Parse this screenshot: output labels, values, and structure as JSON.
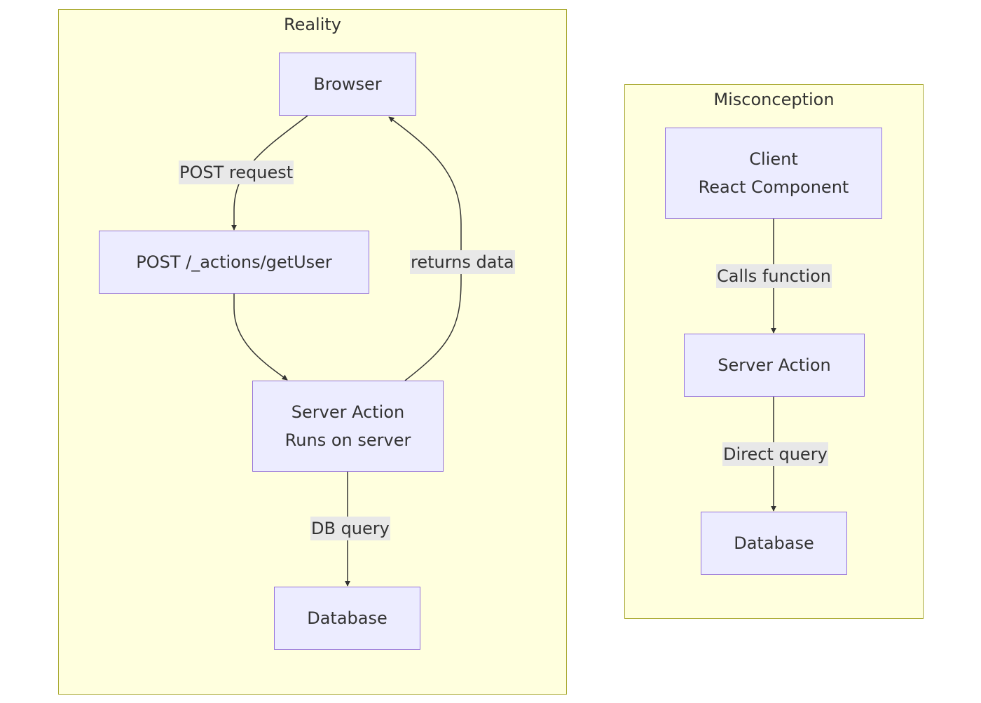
{
  "clusters": {
    "reality": {
      "title": "Reality"
    },
    "misconception": {
      "title": "Misconception"
    }
  },
  "nodes": {
    "browser": {
      "label": "Browser"
    },
    "post_endpoint": {
      "label": "POST /_actions/getUser"
    },
    "server_action_reality": {
      "line1": "Server Action",
      "line2": "Runs on server"
    },
    "database_reality": {
      "label": "Database"
    },
    "client": {
      "line1": "Client",
      "line2": "React Component"
    },
    "server_action_misconception": {
      "label": "Server Action"
    },
    "database_misconception": {
      "label": "Database"
    }
  },
  "edges": {
    "post_request": "POST request",
    "returns_data": "returns data",
    "db_query": "DB query",
    "calls_function": "Calls function",
    "direct_query": "Direct query"
  },
  "colors": {
    "cluster_fill": "#ffffde",
    "cluster_border": "#aaaa33",
    "node_fill": "#ececff",
    "node_border": "#9370db",
    "edge": "#333333",
    "edge_label_bg": "#e8e8e8"
  }
}
